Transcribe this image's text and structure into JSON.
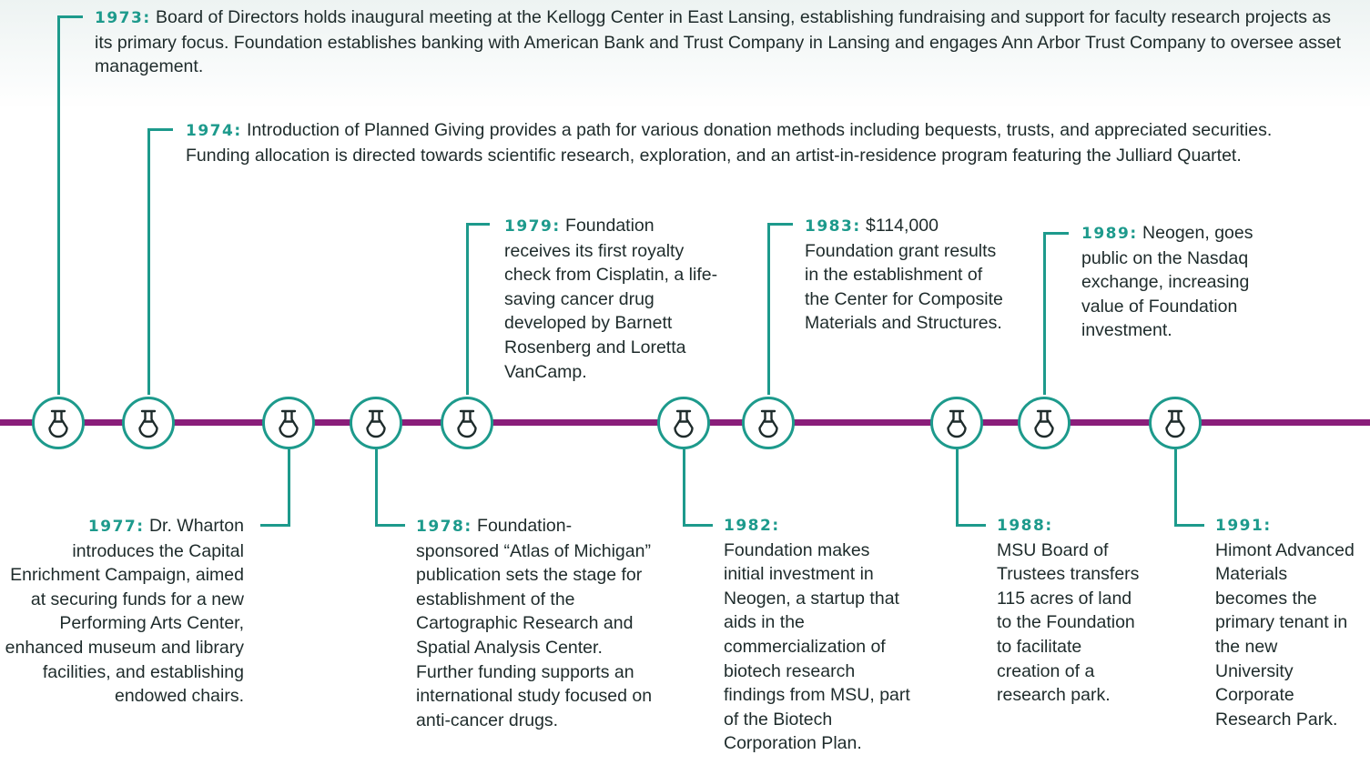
{
  "colors": {
    "accent": "#1d9a8c",
    "timeline": "#8a1e7a",
    "text": "#1e2b2b"
  },
  "node_icon": "flask-icon",
  "events": [
    {
      "year": "1973:",
      "text": "Board of Directors holds inaugural meeting at the Kellogg Center in East Lansing, establishing fundraising and support for faculty research projects as its primary focus. Foundation establishes banking with American Bank and Trust Company in Lansing and engages Ann Arbor Trust Company to oversee asset management."
    },
    {
      "year": "1974:",
      "text": "Introduction of Planned Giving provides a path for various donation methods including bequests, trusts, and appreciated securities. Funding allocation is directed towards scientific research, exploration, and an artist-in-residence program featuring the Julliard Quartet."
    },
    {
      "year": "1977:",
      "text": "Dr. Wharton introduces the Capital Enrichment Campaign, aimed at securing funds for a new Performing Arts Center, enhanced museum and library facilities, and establishing endowed chairs."
    },
    {
      "year": "1978:",
      "text": "Foundation-sponsored “Atlas of Michigan” publication sets the stage for establishment of the Cartographic Research and Spatial Analysis Center. Further funding supports an international study focused on anti-cancer drugs."
    },
    {
      "year": "1979:",
      "text": "Foundation receives its first royalty check from Cisplatin, a life-saving cancer drug developed by Barnett Rosenberg and Loretta VanCamp."
    },
    {
      "year": "1982:",
      "text": "Foundation makes initial investment in Neogen, a startup that aids in the commercialization of biotech research findings from MSU, part of the Biotech Corporation Plan."
    },
    {
      "year": "1983:",
      "text": "$114,000 Foundation grant results in the establishment of the Center for Composite Materials and Structures."
    },
    {
      "year": "1988:",
      "text": "MSU Board of Trustees transfers 115 acres of land to the Foundation to facilitate creation of a research park."
    },
    {
      "year": "1989:",
      "text": "Neogen, goes public on the Nasdaq exchange, increasing value of Foundation investment."
    },
    {
      "year": "1991:",
      "text": "Himont Advanced Materials becomes the primary tenant in the new University Corporate Research Park."
    }
  ]
}
